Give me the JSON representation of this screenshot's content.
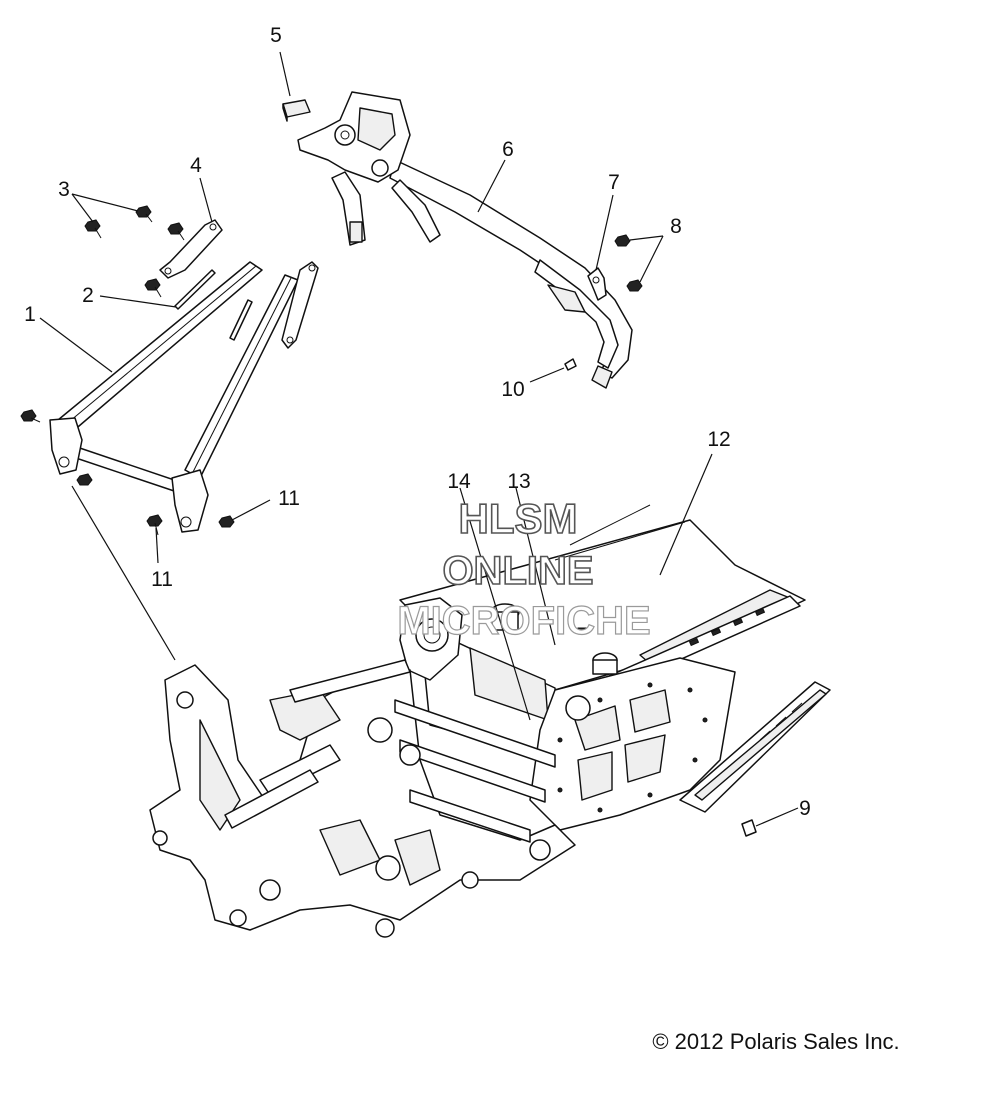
{
  "callouts": [
    "1",
    "2",
    "3",
    "4",
    "5",
    "6",
    "7",
    "8",
    "9",
    "10",
    "11",
    "11",
    "12",
    "13",
    "14"
  ],
  "watermark": {
    "line1": "HLSM",
    "line2": "ONLINE",
    "line3": "MICROFICHE"
  },
  "copyright": "© 2012 Polaris Sales Inc."
}
